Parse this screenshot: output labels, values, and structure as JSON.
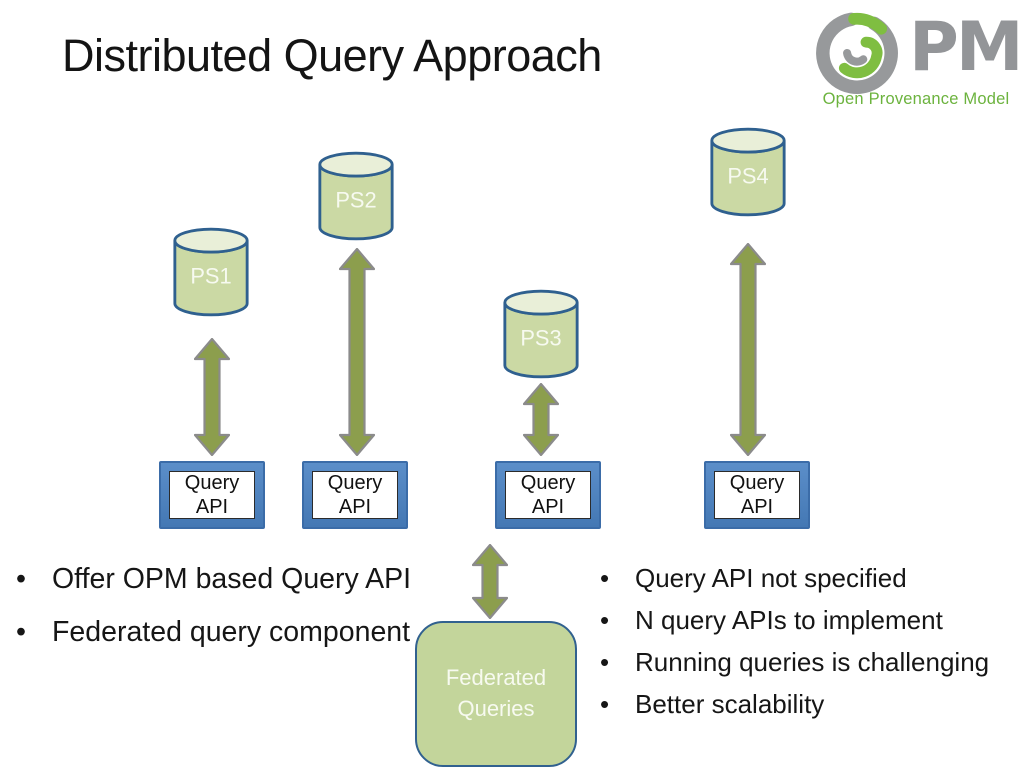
{
  "slide": {
    "title": "Distributed Query Approach"
  },
  "logo": {
    "letters": "PM",
    "caption": "Open Provenance Model",
    "swirl_gray": "#97999B",
    "swirl_green": "#7FBE41",
    "letters_color": "#939598",
    "caption_color": "#6CB33E"
  },
  "diagram": {
    "stores": [
      {
        "label": "PS1"
      },
      {
        "label": "PS2"
      },
      {
        "label": "PS3"
      },
      {
        "label": "PS4"
      }
    ],
    "api_boxes": [
      {
        "label": "Query\nAPI"
      },
      {
        "label": "Query\nAPI"
      },
      {
        "label": "Query\nAPI"
      },
      {
        "label": "Query\nAPI"
      }
    ],
    "federated_box": {
      "label": "Federated\nQueries"
    },
    "connectors": [
      {
        "from": "PS1",
        "to": "Query API 1",
        "style": "double-headed-arrow"
      },
      {
        "from": "PS2",
        "to": "Query API 2",
        "style": "double-headed-arrow"
      },
      {
        "from": "PS3",
        "to": "Query API 3",
        "style": "double-headed-arrow"
      },
      {
        "from": "PS4",
        "to": "Query API 4",
        "style": "double-headed-arrow"
      },
      {
        "from": "Query API 3",
        "to": "Federated Queries",
        "style": "double-headed-arrow"
      }
    ],
    "colors": {
      "cylinder_fill": "#CBD9A4",
      "cylinder_top": "#E9EFD8",
      "cylinder_border": "#2F608F",
      "cylinder_label": "#F7FAF0",
      "arrow_fill": "#8C9E4D",
      "arrow_stroke": "#8B8B8B",
      "api_frame": "#4A7EBB",
      "api_frame_border": "#3B6CA8",
      "federated_fill": "#C3D59B",
      "federated_border": "#31618F"
    }
  },
  "bullets_left": {
    "items": [
      "Offer OPM based Query API",
      "Federated query component"
    ]
  },
  "bullets_right": {
    "items": [
      "Query API not specified",
      "N query APIs to implement",
      "Running queries is challenging",
      "Better scalability"
    ]
  }
}
